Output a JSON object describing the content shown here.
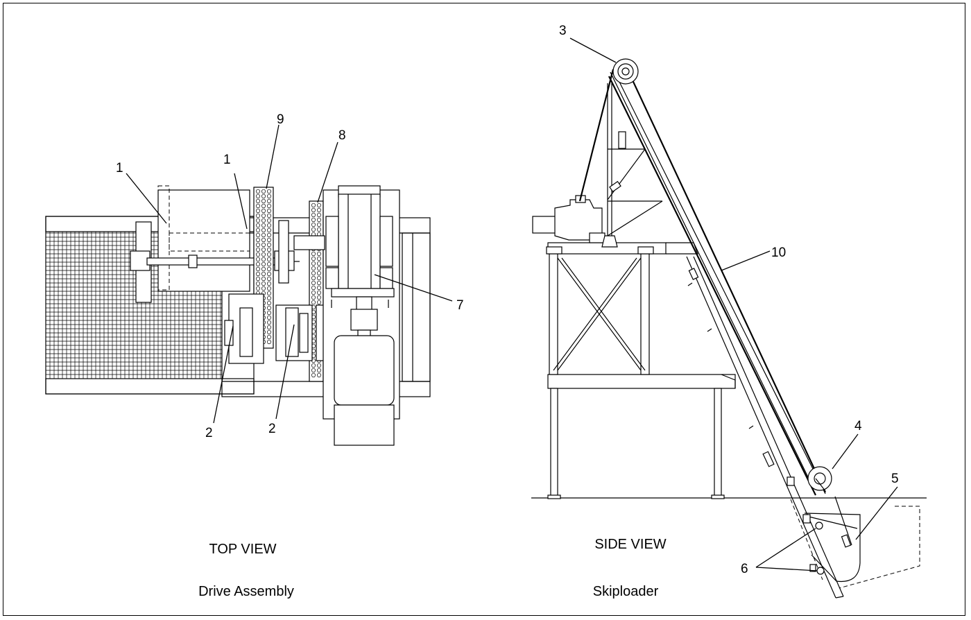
{
  "top_view": {
    "title": "TOP VIEW",
    "subtitle": "Drive Assembly",
    "callouts": [
      "1",
      "1",
      "9",
      "8",
      "7",
      "2",
      "2"
    ]
  },
  "side_view": {
    "title": "SIDE VIEW",
    "subtitle": "Skiploader",
    "callouts": [
      "3",
      "10",
      "4",
      "5",
      "6"
    ]
  }
}
